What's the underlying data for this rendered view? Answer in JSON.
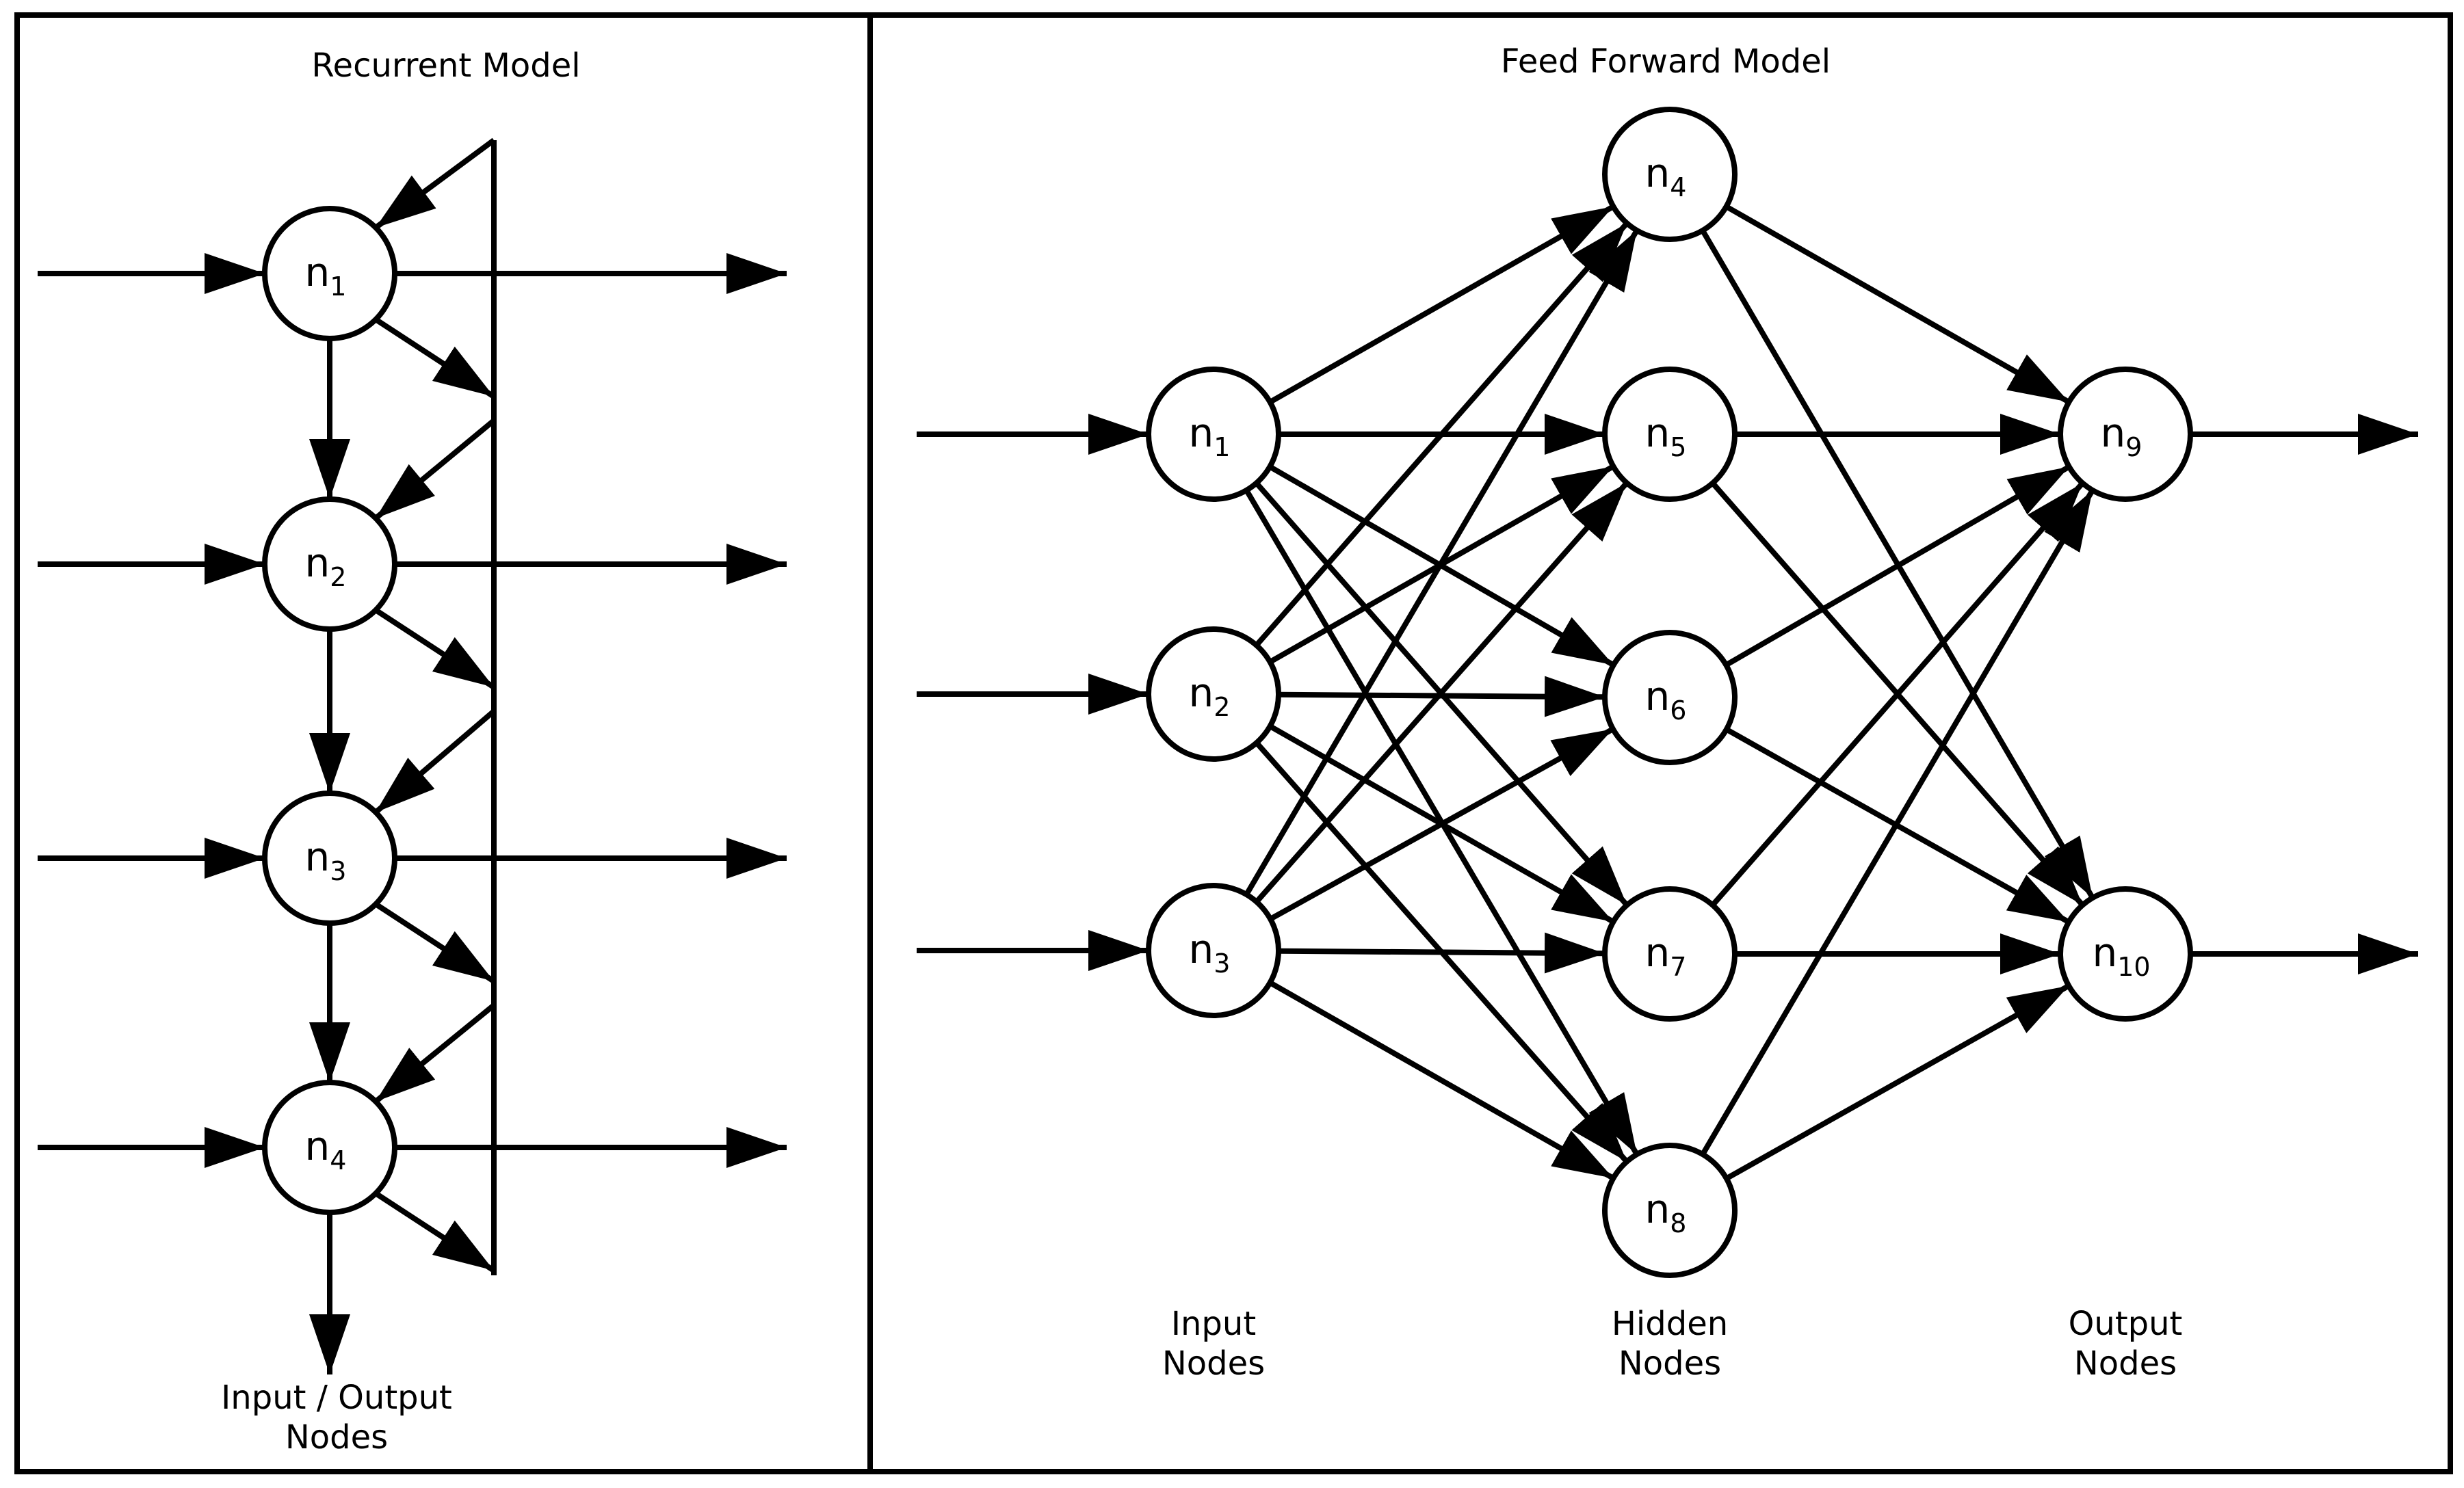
{
  "colors": {
    "stroke": "#000000",
    "background": "#ffffff"
  },
  "recurrent": {
    "title": "Recurrent Model",
    "nodes": [
      {
        "id": "n1",
        "letter": "n",
        "sub": "1"
      },
      {
        "id": "n2",
        "letter": "n",
        "sub": "2"
      },
      {
        "id": "n3",
        "letter": "n",
        "sub": "3"
      },
      {
        "id": "n4",
        "letter": "n",
        "sub": "4"
      }
    ],
    "caption": [
      "Input / Output",
      "Nodes"
    ]
  },
  "feedforward": {
    "title": "Feed Forward Model",
    "layers": [
      {
        "name": "input",
        "caption": [
          "Input",
          "Nodes"
        ],
        "nodes": [
          {
            "id": "n1",
            "letter": "n",
            "sub": "1"
          },
          {
            "id": "n2",
            "letter": "n",
            "sub": "2"
          },
          {
            "id": "n3",
            "letter": "n",
            "sub": "3"
          }
        ]
      },
      {
        "name": "hidden",
        "caption": [
          "Hidden",
          "Nodes"
        ],
        "nodes": [
          {
            "id": "n4",
            "letter": "n",
            "sub": "4"
          },
          {
            "id": "n5",
            "letter": "n",
            "sub": "5"
          },
          {
            "id": "n6",
            "letter": "n",
            "sub": "6"
          },
          {
            "id": "n7",
            "letter": "n",
            "sub": "7"
          },
          {
            "id": "n8",
            "letter": "n",
            "sub": "8"
          }
        ]
      },
      {
        "name": "output",
        "caption": [
          "Output",
          "Nodes"
        ],
        "nodes": [
          {
            "id": "n9",
            "letter": "n",
            "sub": "9"
          },
          {
            "id": "n10",
            "letter": "n",
            "sub": "10"
          }
        ]
      }
    ]
  }
}
